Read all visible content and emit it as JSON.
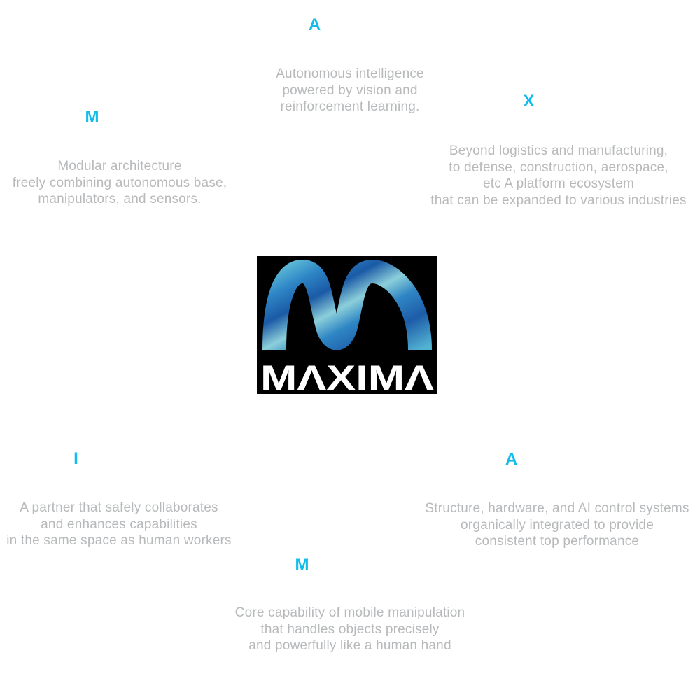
{
  "brand": {
    "name": "MAXIMA",
    "wordmark": "MAXIMA",
    "wordmark_display": "MΛXIMΛ"
  },
  "colors": {
    "accent_cyan": "#12bdec",
    "muted_text": "#b7b9bb",
    "logo_background": "#000000",
    "wordmark_white": "#ffffff",
    "ribbon_light_teal": "#7ccbd9",
    "ribbon_mid_blue": "#2e86c6",
    "ribbon_deep_blue": "#1b53a0"
  },
  "sections": [
    {
      "id": "a-top",
      "letter": "A",
      "lines": [
        "Autonomous intelligence",
        "powered by vision and",
        "reinforcement learning."
      ]
    },
    {
      "id": "m-left",
      "letter": "M",
      "lines": [
        "Modular architecture",
        "freely combining autonomous base,",
        "manipulators, and sensors."
      ]
    },
    {
      "id": "x-right",
      "letter": "X",
      "lines": [
        "Beyond logistics and manufacturing,",
        "to defense, construction, aerospace,",
        "etc A platform ecosystem",
        "that can be expanded to various industries"
      ]
    },
    {
      "id": "i-bottom-left",
      "letter": "I",
      "lines": [
        "A partner that safely collaborates",
        "and enhances capabilities",
        "in the same space as human workers"
      ]
    },
    {
      "id": "a-bottom-right",
      "letter": "A",
      "lines": [
        "Structure, hardware, and AI control systems",
        "organically integrated to provide",
        "consistent top performance"
      ]
    },
    {
      "id": "m-bottom-center",
      "letter": "M",
      "lines": [
        "Core capability of mobile manipulation",
        "that handles objects precisely",
        "and powerfully like a human hand"
      ]
    }
  ]
}
